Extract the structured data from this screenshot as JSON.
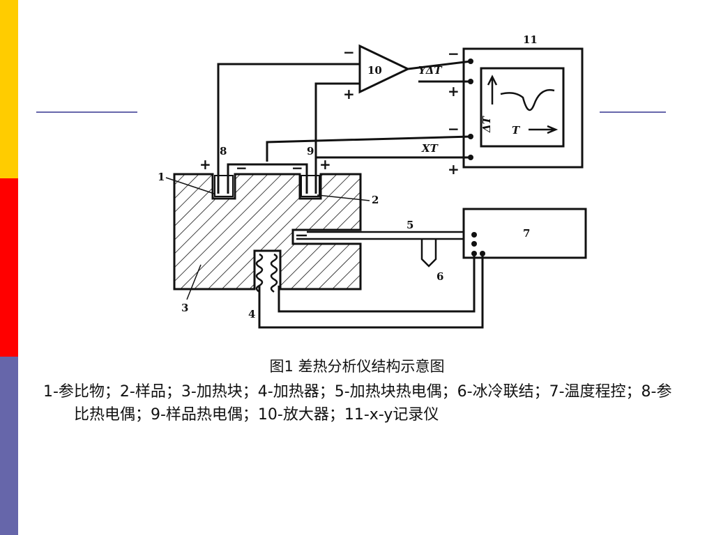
{
  "slide": {
    "accent_colors": {
      "yellow": "#ffcc00",
      "red": "#ff0000",
      "blue": "#6666aa"
    }
  },
  "diagram": {
    "labels": {
      "n1": "1",
      "n2": "2",
      "n3": "3",
      "n4": "4",
      "n5": "5",
      "n6": "6",
      "n7": "7",
      "n8": "8",
      "n9": "9",
      "n10": "10",
      "n11": "11",
      "y_delta_t": "YΔT",
      "xt": "XT",
      "t_axis": "T",
      "delta_t_axis": "ΔT",
      "plus": "+",
      "minus": "−"
    }
  },
  "caption": {
    "title": "图1  差热分析仪结构示意图",
    "legend": "1-参比物；2-样品；3-加热块；4-加热器；5-加热块热电偶；6-冰冷联结；7-温度程控；8-参比热电偶；9-样品热电偶；10-放大器；11-x-y记录仪"
  }
}
